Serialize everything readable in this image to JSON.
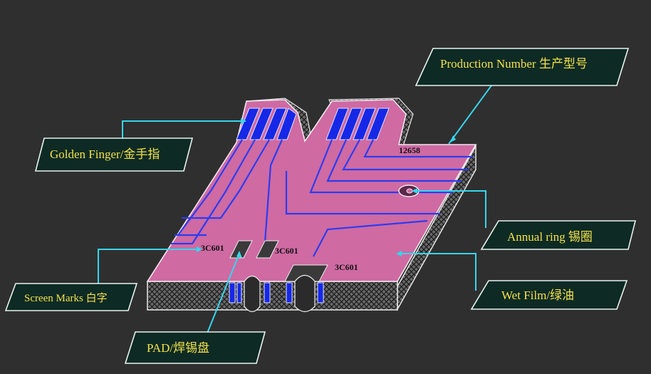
{
  "labels": {
    "production_number": "Production Number 生产型号",
    "golden_finger": "Golden Finger/金手指",
    "annual_ring": "Annual ring 锡圈",
    "screen_marks": "Screen Marks 白字",
    "wet_film": "Wet Film/绿油",
    "pad": "PAD/焊锡盘"
  },
  "board_marks": {
    "production_code": "12658",
    "component_ref_1": "3C601",
    "component_ref_2": "3C601",
    "component_ref_3": "3C601"
  },
  "colors": {
    "background": "#2f2f2f",
    "board_surface": "#cf6aa3",
    "trace": "#2c3cf0",
    "label_text": "#f2e24a",
    "leader_line": "#36d6ee",
    "label_box_fill": "#0e2a24"
  }
}
